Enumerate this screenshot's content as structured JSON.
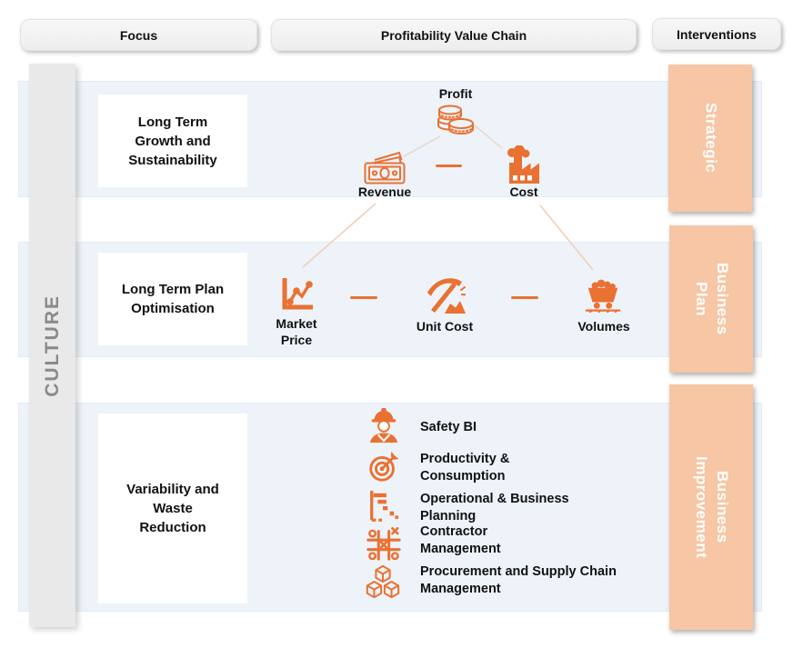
{
  "header": {
    "focus": "Focus",
    "value_chain": "Profitability Value Chain",
    "interventions": "Interventions"
  },
  "culture": {
    "label": "CULTURE"
  },
  "focus_rows": [
    {
      "label": [
        "Long Term",
        "Growth and",
        "Sustainability"
      ]
    },
    {
      "label": [
        "Long Term Plan",
        "Optimisation"
      ]
    },
    {
      "label": [
        "Variability and",
        "Waste",
        "Reduction"
      ]
    }
  ],
  "value_chain": {
    "profit": {
      "label": "Profit",
      "icon": "coins-icon"
    },
    "revenue": {
      "label": "Revenue",
      "icon": "banknote-icon"
    },
    "cost": {
      "label": "Cost",
      "icon": "factory-icon"
    },
    "market_price": {
      "label": [
        "Market",
        "Price"
      ],
      "icon": "line-chart-icon"
    },
    "unit_cost": {
      "label": "Unit Cost",
      "icon": "pickaxe-icon"
    },
    "volumes": {
      "label": "Volumes",
      "icon": "mine-cart-icon"
    },
    "improvement_items": [
      {
        "label": "Safety BI",
        "icon": "safety-worker-icon"
      },
      {
        "label": [
          "Productivity &",
          "Consumption"
        ],
        "icon": "target-arrow-icon"
      },
      {
        "label": [
          "Operational & Business",
          "Planning"
        ],
        "icon": "gantt-chart-icon"
      },
      {
        "label": [
          "Contractor",
          "Management"
        ],
        "icon": "strategy-grid-icon"
      },
      {
        "label": [
          "Procurement and Supply Chain",
          "Management"
        ],
        "icon": "cubes-icon"
      }
    ]
  },
  "interventions": [
    {
      "label": "Strategic"
    },
    {
      "label": [
        "Business",
        "Plan"
      ]
    },
    {
      "label": [
        "Business",
        "Improvement"
      ]
    }
  ],
  "colors": {
    "accent_orange": "#E97132",
    "salmon_box": "#F6C6A5",
    "band_blue": "#EEF3F9",
    "culture_bar_gray": "#E9E9E9",
    "culture_text_gray": "#8A8A8A",
    "pill_gray": "#F1F1F1"
  }
}
